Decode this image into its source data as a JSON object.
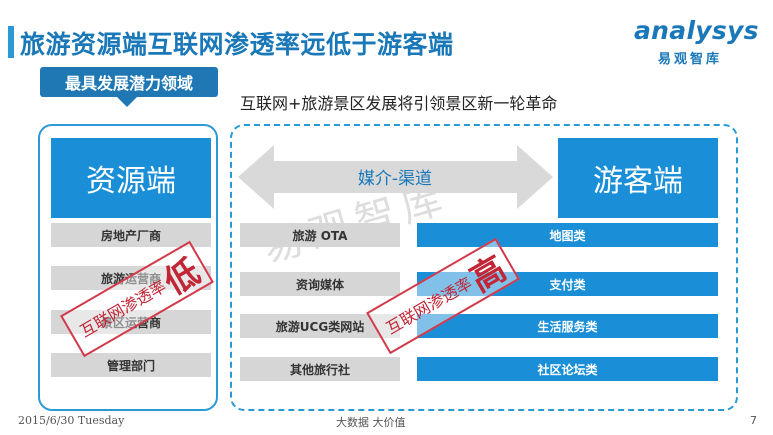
{
  "title": "旅游资源端互联网渗透率远低于游客端",
  "logo": {
    "text": "analysys",
    "sub": "易观智库"
  },
  "badge": "最具发展潜力领域",
  "subtitle": "互联网+旅游景区发展将引领景区新一轮革命",
  "resource": {
    "heading": "资源端",
    "items": [
      "房地产厂商",
      "旅游运营商",
      "景区运营商",
      "管理部门"
    ]
  },
  "channel": {
    "label": "媒介-渠道",
    "items": [
      "旅游 OTA",
      "资询媒体",
      "旅游UCG类网站",
      "其他旅行社"
    ]
  },
  "tourist": {
    "heading": "游客端",
    "items": [
      "地图类",
      "支付类",
      "生活服务类",
      "社区论坛类"
    ]
  },
  "stamp_low": {
    "text": "互联网渗透率",
    "big": "低"
  },
  "stamp_high": {
    "text": "互联网渗透率",
    "big": "高"
  },
  "watermark": "易观智库",
  "footer": {
    "date": "2015/6/30 Tuesday",
    "center": "大数据    大价值",
    "page": "7"
  },
  "colors": {
    "primary": "#1a8fd8",
    "title": "#1a78b8",
    "stamp": "#c22535",
    "grey": "#d6d6d6"
  }
}
